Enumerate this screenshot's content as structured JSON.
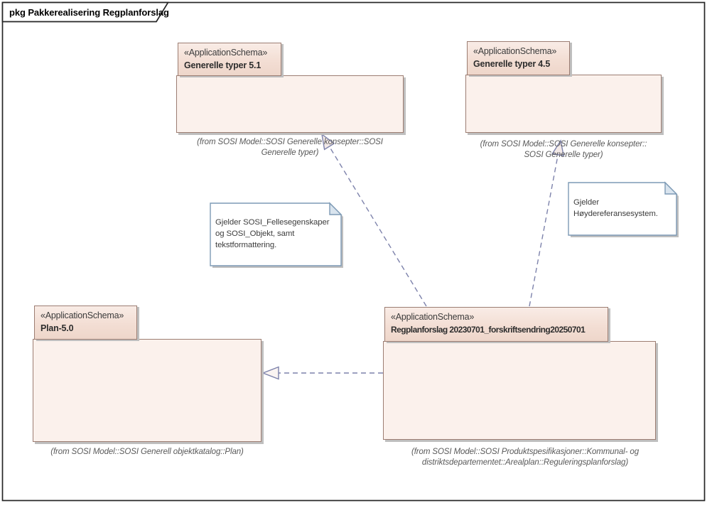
{
  "frame": {
    "title": "pkg Pakkerealisering Regplanforslag"
  },
  "packages": [
    {
      "stereotype": "«ApplicationSchema»",
      "name": "Generelle typer 5.1",
      "from_lines": [
        "(from SOSI Model::SOSI Generelle konsepter::SOSI",
        "Generelle typer)"
      ]
    },
    {
      "stereotype": "«ApplicationSchema»",
      "name": "Generelle typer 4.5",
      "from_lines": [
        "(from SOSI Model::SOSI Generelle konsepter::",
        "SOSI Generelle typer)"
      ]
    },
    {
      "stereotype": "«ApplicationSchema»",
      "name": "Plan-5.0",
      "from_lines": [
        "(from SOSI Model::SOSI Generell objektkatalog::Plan)"
      ]
    },
    {
      "stereotype": "«ApplicationSchema»",
      "name": "Regplanforslag 20230701_forskriftsendring20250701",
      "from_lines": [
        "(from SOSI Model::SOSI Produktspesifikasjoner::Kommunal- og",
        "distriktsdepartementet::Arealplan::Reguleringsplanforslag)"
      ]
    }
  ],
  "notes": [
    {
      "lines": [
        "Gjelder SOSI_Fellesegenskaper",
        "og SOSI_Objekt, samt",
        "tekstformattering."
      ]
    },
    {
      "lines": [
        "Gjelder",
        "Høydereferansesystem."
      ]
    }
  ],
  "connectors": [
    {
      "type": "realization",
      "from": "Regplanforslag 20230701_forskriftsendring20250701",
      "to": "Plan-5.0"
    },
    {
      "type": "realization",
      "from": "Regplanforslag 20230701_forskriftsendring20250701",
      "to": "Generelle typer 5.1"
    },
    {
      "type": "realization",
      "from": "Regplanforslag 20230701_forskriftsendring20250701",
      "to": "Generelle typer 4.5"
    }
  ],
  "colors": {
    "package_border": "#9c7d72",
    "package_body_fill": "#fbf1ec",
    "package_tab_top": "#f9ece6",
    "package_tab_bottom": "#eed6ca",
    "shadow": "#bfbfbf",
    "note_border": "#7d9ab5",
    "note_fill": "#ffffff",
    "note_fold_fill": "#d9e4ee",
    "connector": "#7d82ab",
    "from_text": "#595959",
    "frame_border": "#262626"
  }
}
